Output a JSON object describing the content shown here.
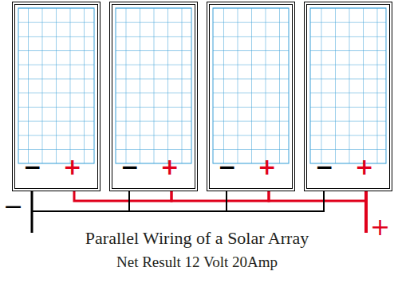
{
  "diagram": {
    "title": "Parallel Wiring of a Solar Array",
    "caption": "Net Result 12 Volt 20Amp",
    "nodes": [
      {
        "text": [
          "−",
          "+"
        ]
      },
      {
        "text": [
          "−",
          "+"
        ]
      },
      {
        "text": [
          "−",
          "+"
        ]
      },
      {
        "text": [
          "−",
          "+"
        ]
      }
    ],
    "edges": [
      {
        "from": 0,
        "to": 1,
        "arrow": "none"
      },
      {
        "from": 1,
        "to": 2,
        "arrow": "none"
      },
      {
        "from": 2,
        "to": 3,
        "arrow": "none"
      },
      {
        "from": 0,
        "to": 1,
        "arrow": "none"
      },
      {
        "from": 1,
        "to": 2,
        "arrow": "none"
      },
      {
        "from": 2,
        "to": 3,
        "arrow": "none"
      }
    ],
    "labels": [
      "−",
      "+"
    ]
  }
}
